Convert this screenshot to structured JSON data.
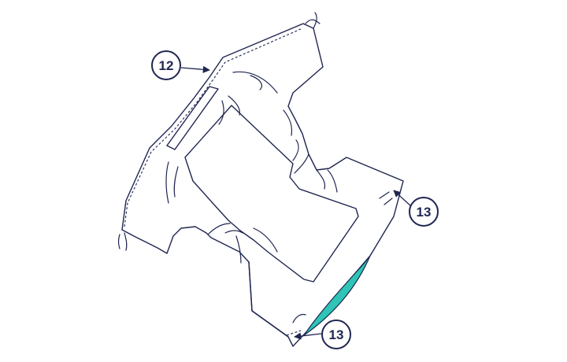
{
  "colors": {
    "line": "#1f2650",
    "accent_fill": "#2ec4b6",
    "background": "#ffffff"
  },
  "callouts": [
    {
      "id": "callout-12",
      "label": "12"
    },
    {
      "id": "callout-13-top",
      "label": "13"
    },
    {
      "id": "callout-13-bottom",
      "label": "13"
    }
  ]
}
